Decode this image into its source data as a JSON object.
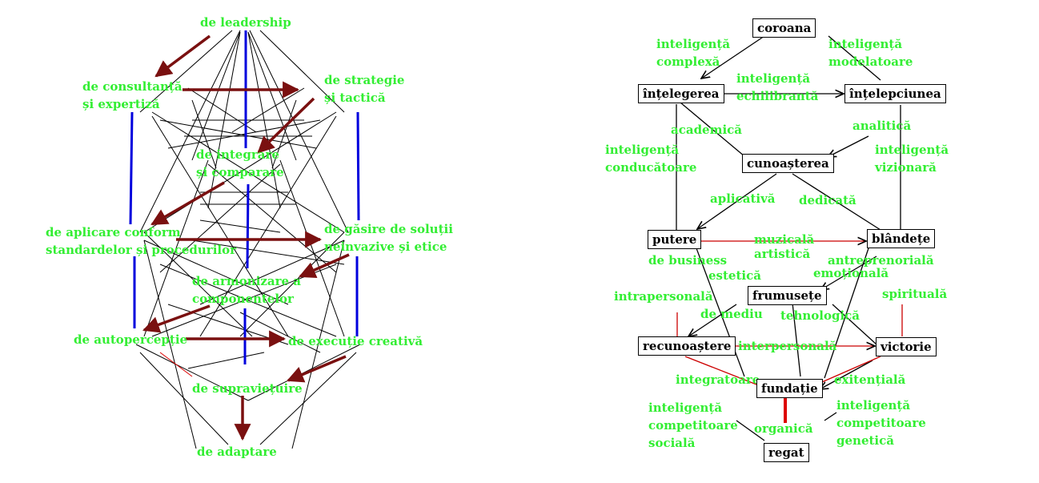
{
  "left_diagram": {
    "leadership": "de leadership",
    "consultanta": [
      "de consultanță",
      "și expertiză"
    ],
    "strategie": [
      "de strategie",
      "și tactică"
    ],
    "integrare": [
      "de integrare",
      "și comparare"
    ],
    "aplicare": [
      "de aplicare conform",
      "standardelor și procedurilor"
    ],
    "gasire": [
      "de găsire de soluții",
      "neinvazive și etice"
    ],
    "armonizare": [
      "de armonizare a",
      "componentelor"
    ],
    "autopercepție": "de autopercepție",
    "executie": "de execuție creativă",
    "supravietuire": "de supraviețuire",
    "adaptare": "de adaptare"
  },
  "right_diagram": {
    "nodes": {
      "coroana": "coroana",
      "intelegerea": "înțelegerea",
      "intelepciunea": "înțelepciunea",
      "cunoasterea": "cunoașterea",
      "putere": "putere",
      "blandete": "blândețe",
      "frumusete": "frumusețe",
      "recunoastere": "recunoaștere",
      "victorie": "victorie",
      "fundatie": "fundație",
      "regat": "regat"
    },
    "labels": {
      "complexa": [
        "inteligență",
        "complexă"
      ],
      "modelatoare": [
        "inteligență",
        "modelatoare"
      ],
      "echilibranta": [
        "inteligență",
        "echilibrantă"
      ],
      "academica": "academică",
      "analitica": "analitică",
      "conducatoare": [
        "inteligență",
        "conducătoare"
      ],
      "vizionara": [
        "inteligență",
        "vizionară"
      ],
      "aplicativa": "aplicativă",
      "dedicata": "dedicată",
      "muzicala": [
        "muzicală",
        "artistică"
      ],
      "business": "de business",
      "antreprenoriala": "antreprenorială",
      "estetica": "estetică",
      "emotionala": "emoțională",
      "intrapersonala": "intrapersonală",
      "spirituala": "spirituală",
      "mediu": "de mediu",
      "tehnologica": "tehnologică",
      "interpersonala": "interpersonală",
      "integratoare": "integratoare",
      "existentiala": "exitențială",
      "comp_sociala": [
        "inteligență",
        "competitoare",
        "socială"
      ],
      "comp_genetica": [
        "inteligență",
        "competitoare",
        "genetică"
      ],
      "organica": "organică"
    }
  },
  "colors": {
    "label": "#33ee33",
    "arrow_dark_red": "#7a1010",
    "edge_red": "#dd0000",
    "edge_blue": "#0000dd",
    "edge_black": "#000000"
  }
}
